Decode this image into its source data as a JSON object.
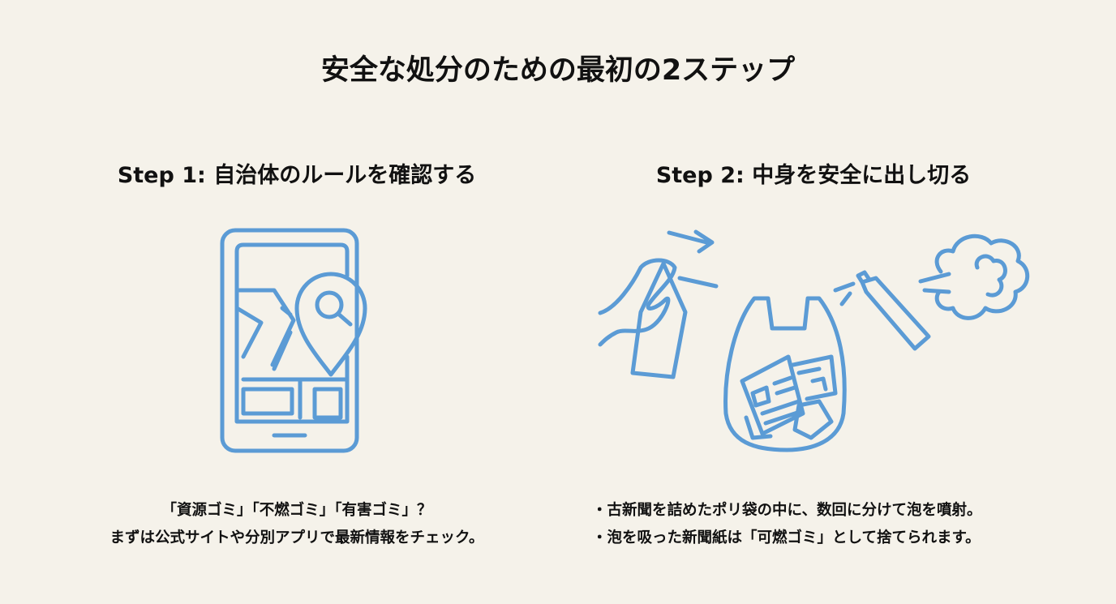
{
  "title": "安全な処分のための最初の2ステップ",
  "colors": {
    "background": "#f5f2ea",
    "accent": "#5b9bd5"
  },
  "steps": [
    {
      "heading": "Step 1: 自治体のルールを確認する",
      "icon": "smartphone-map-search-icon",
      "lines": [
        "「資源ゴミ」「不燃ゴミ」「有害ゴミ」？",
        "まずは公式サイトや分別アプリで最新情報をチェック。"
      ]
    },
    {
      "heading": "Step 2: 中身を安全に出し切る",
      "icon": "spray-can-into-bag-icon",
      "lines": [
        "・古新聞を詰めたポリ袋の中に、数回に分けて泡を噴射。",
        "・泡を吸った新聞紙は「可燃ゴミ」として捨てられます。"
      ]
    }
  ]
}
